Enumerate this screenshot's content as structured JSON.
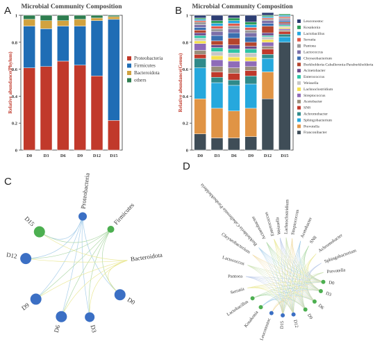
{
  "figure": {
    "panels": {
      "A": {
        "label": "A"
      },
      "B": {
        "label": "B"
      },
      "C": {
        "label": "C"
      },
      "D": {
        "label": "D"
      }
    }
  },
  "chart_data": [
    {
      "panel": "A",
      "type": "bar",
      "stacked": true,
      "title": "Microbial Community Composition",
      "xlabel": "",
      "ylabel": "Relative abundance(Phylum)",
      "ylim": [
        0,
        1
      ],
      "yticks": [
        0,
        0.2,
        0.4,
        0.6,
        0.8,
        1
      ],
      "categories": [
        "D0",
        "D3",
        "D6",
        "D9",
        "D12",
        "D15"
      ],
      "legend_position": "right",
      "series": [
        {
          "name": "Proteobacteria",
          "color": "#c1392b",
          "values": [
            0.61,
            0.62,
            0.66,
            0.63,
            0.55,
            0.22
          ]
        },
        {
          "name": "Firmicutes",
          "color": "#1f6db5",
          "values": [
            0.31,
            0.28,
            0.26,
            0.29,
            0.41,
            0.75
          ]
        },
        {
          "name": "Bacteroidota",
          "color": "#d1a23f",
          "values": [
            0.05,
            0.06,
            0.04,
            0.05,
            0.02,
            0.02
          ]
        },
        {
          "name": "others",
          "color": "#2e7d4f",
          "values": [
            0.03,
            0.04,
            0.04,
            0.03,
            0.02,
            0.01
          ]
        }
      ]
    },
    {
      "panel": "B",
      "type": "bar",
      "stacked": true,
      "title": "Microbial Community Composition",
      "xlabel": "",
      "ylabel": "Relative abundance(Genus)",
      "ylim": [
        0,
        1
      ],
      "yticks": [
        0,
        0.2,
        0.4,
        0.6,
        0.8,
        1
      ],
      "categories": [
        "D0",
        "D3",
        "D6",
        "D9",
        "D12",
        "D15"
      ],
      "legend_position": "right",
      "series": [
        {
          "name": "Franconibacter",
          "color": "#3f4d57",
          "values": [
            0.12,
            0.09,
            0.09,
            0.1,
            0.38,
            0.8
          ]
        },
        {
          "name": "Prevotella",
          "color": "#e09445",
          "values": [
            0.26,
            0.22,
            0.2,
            0.21,
            0.2,
            0.0
          ]
        },
        {
          "name": "Sphingobacterium",
          "color": "#26a8dd",
          "values": [
            0.23,
            0.19,
            0.19,
            0.18,
            0.1,
            0.04
          ]
        },
        {
          "name": "Achromobacter",
          "color": "#2f8a8a",
          "values": [
            0.07,
            0.04,
            0.04,
            0.06,
            0.03,
            0.02
          ]
        },
        {
          "name": "SN8",
          "color": "#c0392b",
          "values": [
            0.03,
            0.04,
            0.05,
            0.04,
            0.04,
            0.02
          ]
        },
        {
          "name": "Acetobacter",
          "color": "#9a8e7b",
          "values": [
            0.03,
            0.04,
            0.04,
            0.03,
            0.02,
            0.01
          ]
        },
        {
          "name": "Streptococcus",
          "color": "#8e6bb8",
          "values": [
            0.05,
            0.05,
            0.05,
            0.04,
            0.03,
            0.01
          ]
        },
        {
          "name": "Lachnoclostridium",
          "color": "#f4e04d",
          "values": [
            0.02,
            0.03,
            0.03,
            0.03,
            0.02,
            0.01
          ]
        },
        {
          "name": "Weissella",
          "color": "#c7c7c7",
          "values": [
            0.02,
            0.03,
            0.03,
            0.03,
            0.02,
            0.01
          ]
        },
        {
          "name": "Enterococcus",
          "color": "#2ec4a6",
          "values": [
            0.02,
            0.03,
            0.03,
            0.03,
            0.01,
            0.01
          ]
        },
        {
          "name": "Acinetobacter",
          "color": "#6d4c8b",
          "values": [
            0.02,
            0.02,
            0.03,
            0.02,
            0.02,
            0.01
          ]
        },
        {
          "name": "Burkholderia-Caballeronia-Paraburkholderia",
          "color": "#b5452d",
          "values": [
            0.02,
            0.03,
            0.05,
            0.03,
            0.05,
            0.01
          ]
        },
        {
          "name": "Chryseobacterium",
          "color": "#3a6fb0",
          "values": [
            0.02,
            0.04,
            0.04,
            0.04,
            0.02,
            0.01
          ]
        },
        {
          "name": "Lactococcus",
          "color": "#7b6fa8",
          "values": [
            0.02,
            0.03,
            0.03,
            0.03,
            0.02,
            0.01
          ]
        },
        {
          "name": "Pantoea",
          "color": "#9a9a9a",
          "values": [
            0.02,
            0.02,
            0.02,
            0.02,
            0.01,
            0.01
          ]
        },
        {
          "name": "Serratia",
          "color": "#e15a4a",
          "values": [
            0.01,
            0.02,
            0.02,
            0.02,
            0.01,
            0.01
          ]
        },
        {
          "name": "Lactobacillus",
          "color": "#27a7df",
          "values": [
            0.01,
            0.02,
            0.02,
            0.02,
            0.01,
            0.01
          ]
        },
        {
          "name": "Kosakonia",
          "color": "#2e9e5b",
          "values": [
            0.01,
            0.02,
            0.02,
            0.02,
            0.01,
            0.01
          ]
        },
        {
          "name": "Leuconostoc",
          "color": "#2d3e73",
          "values": [
            0.02,
            0.04,
            0.02,
            0.05,
            0.02,
            0.0
          ]
        }
      ],
      "legend_order": [
        "Leuconostoc",
        "Kosakonia",
        "Lactobacillus",
        "Serratia",
        "Pantoea",
        "Lactococcus",
        "Chryseobacterium",
        "Burkholderia-Caballeronia-Paraburkholderia",
        "Acinetobacter",
        "Enterococcus",
        "Weissella",
        "Lachnoclostridium",
        "Streptococcus",
        "Acetobacter",
        "SN8",
        "Achromobacter",
        "Sphingobacterium",
        "Prevotella",
        "Franconibacter"
      ]
    },
    {
      "panel": "C",
      "type": "network",
      "nodes": [
        {
          "name": "Proteobacteria",
          "group": "taxon",
          "color": "#3b6fc4"
        },
        {
          "name": "Firmicutes",
          "group": "taxon",
          "color": "#4caf50"
        },
        {
          "name": "Bacteroidota",
          "group": "taxon",
          "color": "#d4c84a"
        },
        {
          "name": "D0",
          "group": "sample",
          "color": "#3b6fc4"
        },
        {
          "name": "D3",
          "group": "sample",
          "color": "#3b6fc4"
        },
        {
          "name": "D6",
          "group": "sample",
          "color": "#3b6fc4"
        },
        {
          "name": "D9",
          "group": "sample",
          "color": "#3b6fc4"
        },
        {
          "name": "D12",
          "group": "sample",
          "color": "#3b6fc4"
        },
        {
          "name": "D15",
          "group": "sample",
          "color": "#4caf50"
        }
      ]
    },
    {
      "panel": "D",
      "type": "network",
      "nodes": [
        {
          "name": "Burkholderia-Caballeronia-Paraburkholderia",
          "group": "taxon"
        },
        {
          "name": "Acinetobacter",
          "group": "taxon"
        },
        {
          "name": "Enterococcus",
          "group": "taxon"
        },
        {
          "name": "Weissella",
          "group": "taxon"
        },
        {
          "name": "Lachnoclostridium",
          "group": "taxon"
        },
        {
          "name": "Streptococcus",
          "group": "taxon"
        },
        {
          "name": "Acetobacter",
          "group": "taxon"
        },
        {
          "name": "SN8",
          "group": "taxon"
        },
        {
          "name": "Achromobacter",
          "group": "taxon"
        },
        {
          "name": "Sphingobacterium",
          "group": "taxon"
        },
        {
          "name": "Prevotella",
          "group": "taxon"
        },
        {
          "name": "D0",
          "group": "sample",
          "color": "#4caf50"
        },
        {
          "name": "D3",
          "group": "sample",
          "color": "#4caf50"
        },
        {
          "name": "D6",
          "group": "sample",
          "color": "#4caf50"
        },
        {
          "name": "D9",
          "group": "sample",
          "color": "#4caf50"
        },
        {
          "name": "D12",
          "group": "sample",
          "color": "#3b6fc4"
        },
        {
          "name": "D15",
          "group": "sample",
          "color": "#3b6fc4"
        },
        {
          "name": "Leuconostoc",
          "group": "taxon",
          "color": "#3b6fc4"
        },
        {
          "name": "Kosakonia",
          "group": "taxon",
          "color": "#4caf50"
        },
        {
          "name": "Lactobacillus",
          "group": "taxon",
          "color": "#4caf50"
        },
        {
          "name": "Serratia",
          "group": "taxon"
        },
        {
          "name": "Pantoea",
          "group": "taxon"
        },
        {
          "name": "Lactococcus",
          "group": "taxon"
        },
        {
          "name": "Chryseobacterium",
          "group": "taxon"
        }
      ]
    }
  ]
}
